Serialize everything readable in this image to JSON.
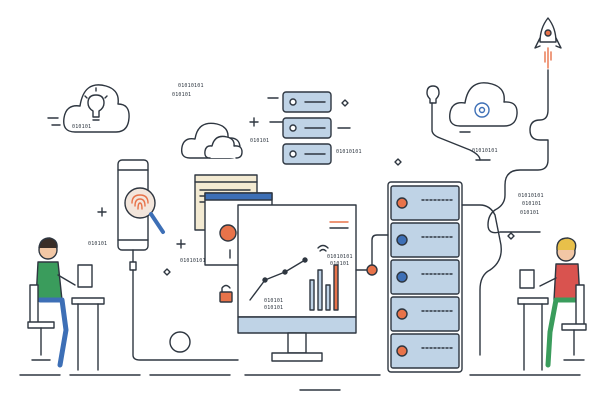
{
  "palette": {
    "outline": "#2e3640",
    "server_blue": "#bfd3e6",
    "accent_orange": "#e8734a",
    "accent_blue": "#3d6fb6",
    "person_green": "#3a9c5c",
    "person_red": "#d9534f",
    "person_skin": "#f2c7a5",
    "hair_blonde": "#e8c04a",
    "hair_dark": "#3a2e28"
  },
  "binary_labels": {
    "b1": "01010101",
    "b2": "010101",
    "b3": "01010101",
    "b4": "010101",
    "b5": "01010101",
    "b6": "010101",
    "b7": "010101",
    "b8": "01010101",
    "b9": "010101",
    "b10": "01010101",
    "b11": "010101",
    "b12": "010101",
    "b13": "01010101",
    "b14": "010101",
    "b15": "010101"
  }
}
